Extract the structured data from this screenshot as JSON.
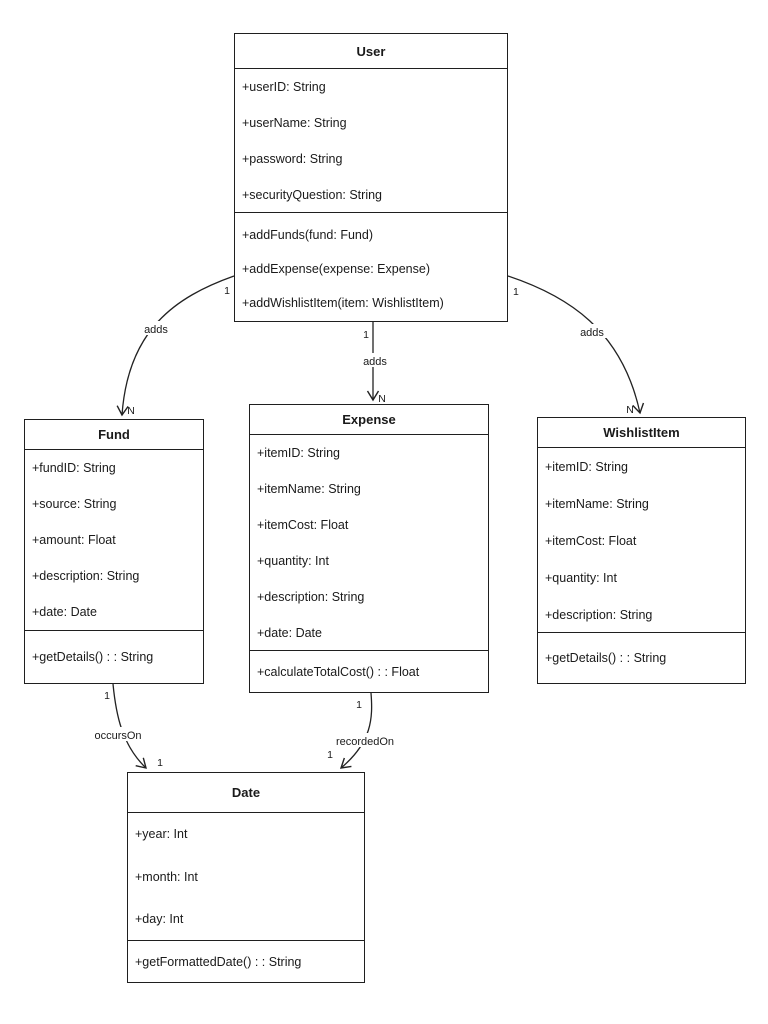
{
  "diagram": {
    "type": "uml-class-diagram",
    "colors": {
      "stroke": "#1f1f1f",
      "fill": "#ffffff",
      "text": "#1a1a1a",
      "background": "#ffffff"
    },
    "classes": [
      {
        "name": "User",
        "attributes": [
          "+userID: String",
          "+userName: String",
          "+password: String",
          "+securityQuestion: String"
        ],
        "methods": [
          "+addFunds(fund: Fund)",
          "+addExpense(expense: Expense)",
          "+addWishlistItem(item: WishlistItem)"
        ]
      },
      {
        "name": "Fund",
        "attributes": [
          "+fundID: String",
          "+source: String",
          "+amount: Float",
          "+description: String",
          "+date: Date"
        ],
        "methods": [
          "+getDetails() : : String"
        ]
      },
      {
        "name": "Expense",
        "attributes": [
          "+itemID: String",
          "+itemName: String",
          "+itemCost: Float",
          "+quantity: Int",
          "+description: String",
          "+date: Date"
        ],
        "methods": [
          "+calculateTotalCost() : : Float"
        ]
      },
      {
        "name": "WishlistItem",
        "attributes": [
          "+itemID: String",
          "+itemName: String",
          "+itemCost: Float",
          "+quantity: Int",
          "+description: String"
        ],
        "methods": [
          "+getDetails() : : String"
        ]
      },
      {
        "name": "Date",
        "attributes": [
          "+year: Int",
          "+month: Int",
          "+day: Int"
        ],
        "methods": [
          "+getFormattedDate() : : String"
        ]
      }
    ],
    "associations": [
      {
        "from": "User",
        "to": "Fund",
        "label": "adds",
        "source_multiplicity": "1",
        "target_multiplicity": "N"
      },
      {
        "from": "User",
        "to": "Expense",
        "label": "adds",
        "source_multiplicity": "1",
        "target_multiplicity": "N"
      },
      {
        "from": "User",
        "to": "WishlistItem",
        "label": "adds",
        "source_multiplicity": "1",
        "target_multiplicity": "N"
      },
      {
        "from": "Fund",
        "to": "Date",
        "label": "occursOn",
        "source_multiplicity": "1",
        "target_multiplicity": "1"
      },
      {
        "from": "Expense",
        "to": "Date",
        "label": "recordedOn",
        "source_multiplicity": "1",
        "target_multiplicity": "1"
      }
    ]
  }
}
